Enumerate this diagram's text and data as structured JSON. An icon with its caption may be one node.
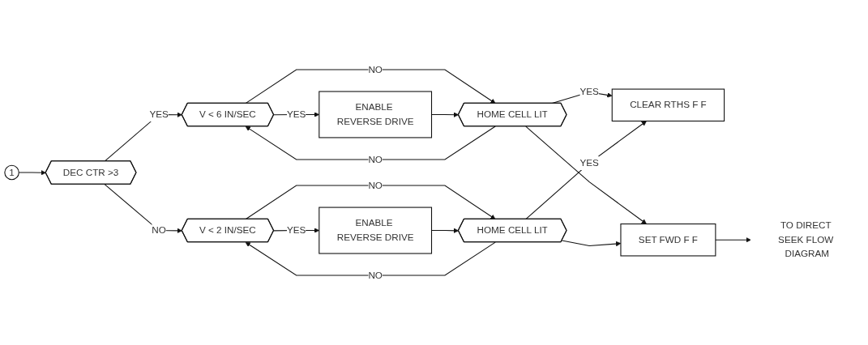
{
  "diagram": {
    "nodes": [
      {
        "text": [
          "1"
        ]
      },
      {
        "text": [
          "DEC CTR >3"
        ]
      },
      {
        "text": [
          "V < 6 IN/SEC"
        ]
      },
      {
        "text": [
          "ENABLE REVERSE DRIVE"
        ]
      },
      {
        "text": [
          "HOME CELL LIT"
        ]
      },
      {
        "text": [
          "V < 2 IN/SEC"
        ]
      },
      {
        "text": [
          "ENABLE REVERSE DRIVE"
        ]
      },
      {
        "text": [
          "HOME CELL LIT"
        ]
      },
      {
        "text": [
          "CLEAR RTHS F F"
        ]
      },
      {
        "text": [
          "SET FWD F F"
        ]
      },
      {
        "text": [
          "TO DIRECT SEEK FLOW DIAGRAM"
        ]
      }
    ],
    "edges": [
      {
        "from": 0,
        "to": 1,
        "arrow": "to"
      },
      {
        "from": 1,
        "to": 2,
        "arrow": "to",
        "label": "YES"
      },
      {
        "from": 1,
        "to": 5,
        "arrow": "to",
        "label": "NO"
      },
      {
        "from": 2,
        "to": 3,
        "arrow": "to",
        "label": "YES"
      },
      {
        "from": 2,
        "to": 4,
        "arrow": "to",
        "label": "NO"
      },
      {
        "from": 3,
        "to": 4,
        "arrow": "to"
      },
      {
        "from": 4,
        "to": 2,
        "arrow": "to",
        "label": "NO"
      },
      {
        "from": 4,
        "to": 8,
        "arrow": "to",
        "label": "YES"
      },
      {
        "from": 4,
        "to": 9,
        "arrow": "to"
      },
      {
        "from": 5,
        "to": 6,
        "arrow": "to",
        "label": "YES"
      },
      {
        "from": 5,
        "to": 7,
        "arrow": "to",
        "label": "NO"
      },
      {
        "from": 6,
        "to": 7,
        "arrow": "to"
      },
      {
        "from": 7,
        "to": 5,
        "arrow": "to",
        "label": "NO"
      },
      {
        "from": 7,
        "to": 8,
        "arrow": "to",
        "label": "YES"
      },
      {
        "from": 7,
        "to": 9,
        "arrow": "to"
      },
      {
        "from": 9,
        "to": 10,
        "arrow": "to"
      }
    ]
  }
}
